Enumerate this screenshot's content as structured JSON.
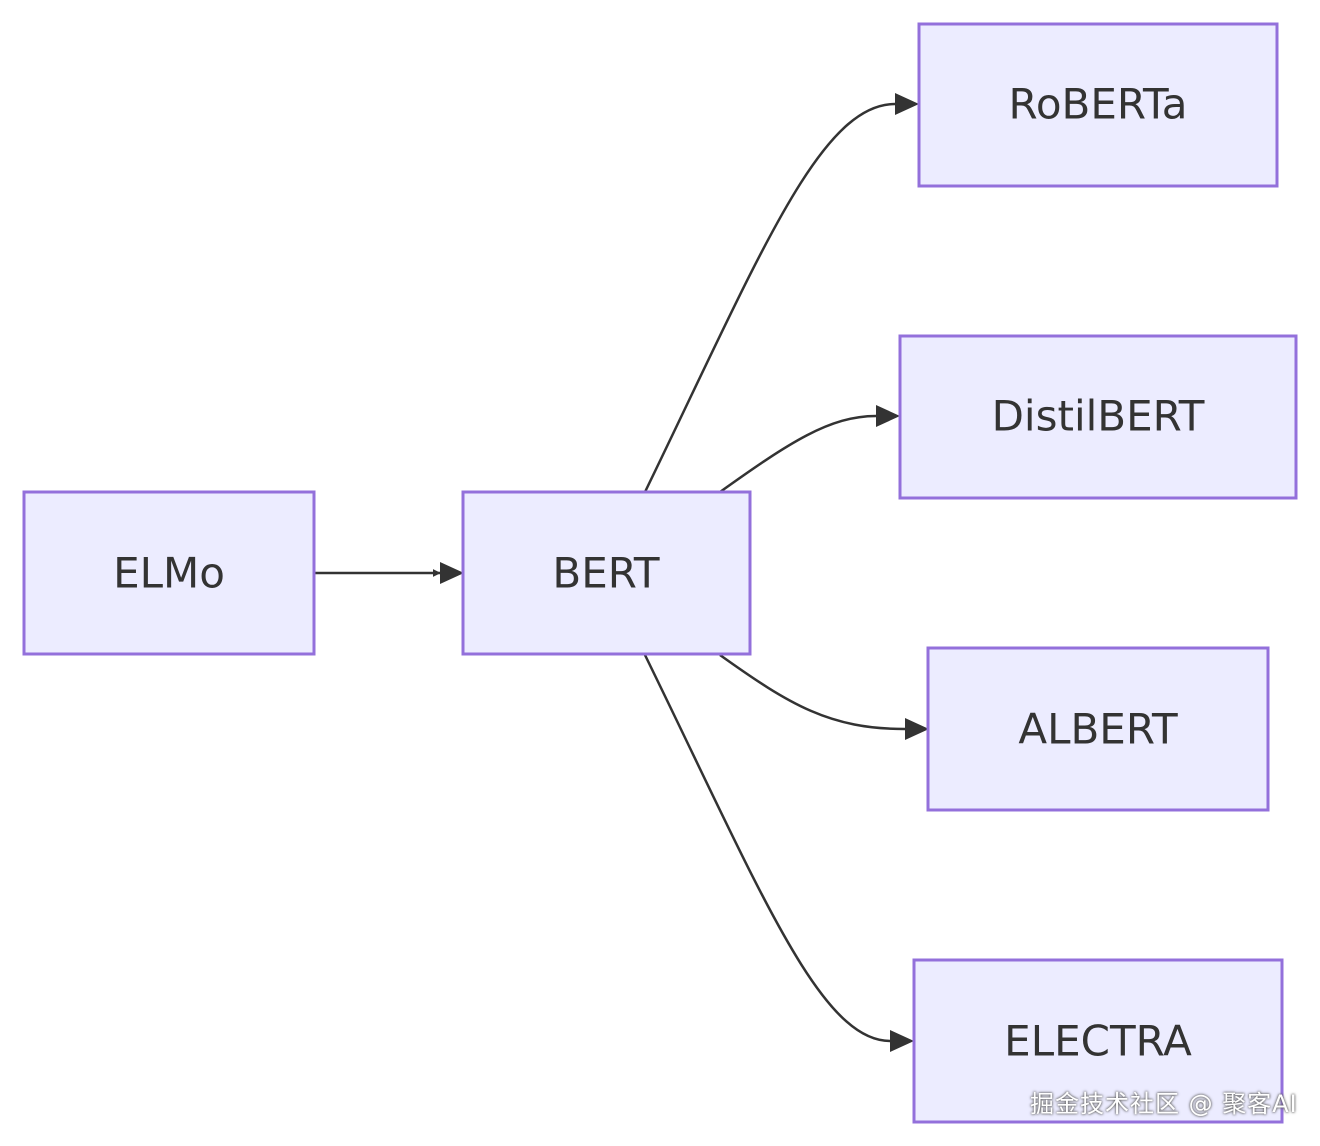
{
  "diagram": {
    "type": "flowchart",
    "direction": "LR",
    "colors": {
      "node_fill": "#ECECFF",
      "node_stroke": "#9370DB",
      "edge": "#333333",
      "text": "#333333"
    },
    "nodes": [
      {
        "id": "elmo",
        "label": "ELMo"
      },
      {
        "id": "bert",
        "label": "BERT"
      },
      {
        "id": "roberta",
        "label": "RoBERTa"
      },
      {
        "id": "distilbert",
        "label": "DistilBERT"
      },
      {
        "id": "albert",
        "label": "ALBERT"
      },
      {
        "id": "electra",
        "label": "ELECTRA"
      }
    ],
    "edges": [
      {
        "from": "elmo",
        "to": "bert"
      },
      {
        "from": "bert",
        "to": "roberta"
      },
      {
        "from": "bert",
        "to": "distilbert"
      },
      {
        "from": "bert",
        "to": "albert"
      },
      {
        "from": "bert",
        "to": "electra"
      }
    ]
  },
  "watermark": "掘金技术社区 @ 聚客AI"
}
